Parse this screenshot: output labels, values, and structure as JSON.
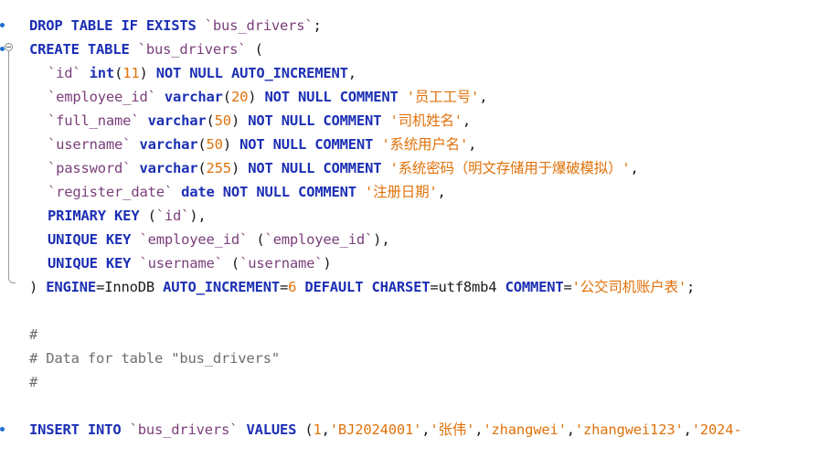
{
  "editor": {
    "lines": [
      {
        "indent": 1,
        "marker": "dot",
        "tokens": [
          {
            "t": "kw",
            "v": "DROP TABLE IF EXISTS "
          },
          {
            "t": "id",
            "v": "`bus_drivers`"
          },
          {
            "t": "pl",
            "v": ";"
          }
        ]
      },
      {
        "indent": 1,
        "marker": "dot-fold",
        "tokens": [
          {
            "t": "kw",
            "v": "CREATE TABLE "
          },
          {
            "t": "id",
            "v": "`bus_drivers`"
          },
          {
            "t": "pl",
            "v": " ("
          }
        ]
      },
      {
        "indent": 2,
        "marker": "fold-mid",
        "tokens": [
          {
            "t": "id",
            "v": "`id`"
          },
          {
            "t": "pl",
            "v": " "
          },
          {
            "t": "fn",
            "v": "int"
          },
          {
            "t": "ph",
            "v": "("
          },
          {
            "t": "num",
            "v": "11"
          },
          {
            "t": "ph",
            "v": ")"
          },
          {
            "t": "kw",
            "v": " NOT NULL AUTO_INCREMENT"
          },
          {
            "t": "pl",
            "v": ","
          }
        ]
      },
      {
        "indent": 2,
        "marker": "fold-mid",
        "tokens": [
          {
            "t": "id",
            "v": "`employee_id`"
          },
          {
            "t": "pl",
            "v": " "
          },
          {
            "t": "fn",
            "v": "varchar"
          },
          {
            "t": "ph",
            "v": "("
          },
          {
            "t": "num",
            "v": "20"
          },
          {
            "t": "ph",
            "v": ")"
          },
          {
            "t": "kw",
            "v": " NOT NULL COMMENT "
          },
          {
            "t": "str",
            "v": "'员工工号'"
          },
          {
            "t": "pl",
            "v": ","
          }
        ]
      },
      {
        "indent": 2,
        "marker": "fold-mid",
        "tokens": [
          {
            "t": "id",
            "v": "`full_name`"
          },
          {
            "t": "pl",
            "v": " "
          },
          {
            "t": "fn",
            "v": "varchar"
          },
          {
            "t": "ph",
            "v": "("
          },
          {
            "t": "num",
            "v": "50"
          },
          {
            "t": "ph",
            "v": ")"
          },
          {
            "t": "kw",
            "v": " NOT NULL COMMENT "
          },
          {
            "t": "str",
            "v": "'司机姓名'"
          },
          {
            "t": "pl",
            "v": ","
          }
        ]
      },
      {
        "indent": 2,
        "marker": "fold-mid",
        "tokens": [
          {
            "t": "id",
            "v": "`username`"
          },
          {
            "t": "pl",
            "v": " "
          },
          {
            "t": "fn",
            "v": "varchar"
          },
          {
            "t": "ph",
            "v": "("
          },
          {
            "t": "num",
            "v": "50"
          },
          {
            "t": "ph",
            "v": ")"
          },
          {
            "t": "kw",
            "v": " NOT NULL COMMENT "
          },
          {
            "t": "str",
            "v": "'系统用户名'"
          },
          {
            "t": "pl",
            "v": ","
          }
        ]
      },
      {
        "indent": 2,
        "marker": "fold-mid",
        "tokens": [
          {
            "t": "id",
            "v": "`password`"
          },
          {
            "t": "pl",
            "v": " "
          },
          {
            "t": "fn",
            "v": "varchar"
          },
          {
            "t": "ph",
            "v": "("
          },
          {
            "t": "num",
            "v": "255"
          },
          {
            "t": "ph",
            "v": ")"
          },
          {
            "t": "kw",
            "v": " NOT NULL COMMENT "
          },
          {
            "t": "str",
            "v": "'系统密码（明文存储用于爆破模拟）'"
          },
          {
            "t": "pl",
            "v": ","
          }
        ]
      },
      {
        "indent": 2,
        "marker": "fold-mid",
        "tokens": [
          {
            "t": "id",
            "v": "`register_date`"
          },
          {
            "t": "pl",
            "v": " "
          },
          {
            "t": "fn",
            "v": "date"
          },
          {
            "t": "kw",
            "v": " NOT NULL COMMENT "
          },
          {
            "t": "str",
            "v": "'注册日期'"
          },
          {
            "t": "pl",
            "v": ","
          }
        ]
      },
      {
        "indent": 2,
        "marker": "fold-mid",
        "tokens": [
          {
            "t": "kw",
            "v": "PRIMARY KEY "
          },
          {
            "t": "ph",
            "v": "("
          },
          {
            "t": "id",
            "v": "`id`"
          },
          {
            "t": "ph",
            "v": ")"
          },
          {
            "t": "pl",
            "v": ","
          }
        ]
      },
      {
        "indent": 2,
        "marker": "fold-mid",
        "tokens": [
          {
            "t": "kw",
            "v": "UNIQUE KEY "
          },
          {
            "t": "id",
            "v": "`employee_id`"
          },
          {
            "t": "pl",
            "v": " "
          },
          {
            "t": "ph",
            "v": "("
          },
          {
            "t": "id",
            "v": "`employee_id`"
          },
          {
            "t": "ph",
            "v": ")"
          },
          {
            "t": "pl",
            "v": ","
          }
        ]
      },
      {
        "indent": 2,
        "marker": "fold-mid",
        "tokens": [
          {
            "t": "kw",
            "v": "UNIQUE KEY "
          },
          {
            "t": "id",
            "v": "`username`"
          },
          {
            "t": "pl",
            "v": " "
          },
          {
            "t": "ph",
            "v": "("
          },
          {
            "t": "id",
            "v": "`username`"
          },
          {
            "t": "ph",
            "v": ")"
          }
        ]
      },
      {
        "indent": 1,
        "marker": "fold-end",
        "tokens": [
          {
            "t": "ph",
            "v": ") "
          },
          {
            "t": "kw",
            "v": "ENGINE"
          },
          {
            "t": "pl",
            "v": "=InnoDB "
          },
          {
            "t": "kw",
            "v": "AUTO_INCREMENT"
          },
          {
            "t": "pl",
            "v": "="
          },
          {
            "t": "num",
            "v": "6"
          },
          {
            "t": "kw",
            "v": " DEFAULT CHARSET"
          },
          {
            "t": "pl",
            "v": "=utf8mb4 "
          },
          {
            "t": "kw",
            "v": "COMMENT"
          },
          {
            "t": "pl",
            "v": "="
          },
          {
            "t": "str",
            "v": "'公交司机账户表'"
          },
          {
            "t": "pl",
            "v": ";"
          }
        ]
      },
      {
        "indent": 1,
        "marker": "none",
        "tokens": []
      },
      {
        "indent": 1,
        "marker": "none",
        "tokens": [
          {
            "t": "cm",
            "v": "#"
          }
        ]
      },
      {
        "indent": 1,
        "marker": "none",
        "tokens": [
          {
            "t": "cm",
            "v": "# Data for table \"bus_drivers\""
          }
        ]
      },
      {
        "indent": 1,
        "marker": "none",
        "tokens": [
          {
            "t": "cm",
            "v": "#"
          }
        ]
      },
      {
        "indent": 1,
        "marker": "none",
        "tokens": []
      },
      {
        "indent": 1,
        "marker": "dot",
        "tokens": [
          {
            "t": "kw",
            "v": "INSERT INTO "
          },
          {
            "t": "id",
            "v": "`bus_drivers`"
          },
          {
            "t": "kw",
            "v": " VALUES "
          },
          {
            "t": "ph",
            "v": "("
          },
          {
            "t": "num",
            "v": "1"
          },
          {
            "t": "pl",
            "v": ","
          },
          {
            "t": "str",
            "v": "'BJ2024001'"
          },
          {
            "t": "pl",
            "v": ","
          },
          {
            "t": "str",
            "v": "'张伟'"
          },
          {
            "t": "pl",
            "v": ","
          },
          {
            "t": "str",
            "v": "'zhangwei'"
          },
          {
            "t": "pl",
            "v": ","
          },
          {
            "t": "str",
            "v": "'zhangwei123'"
          },
          {
            "t": "pl",
            "v": ","
          },
          {
            "t": "str",
            "v": "'2024-"
          }
        ]
      }
    ]
  }
}
